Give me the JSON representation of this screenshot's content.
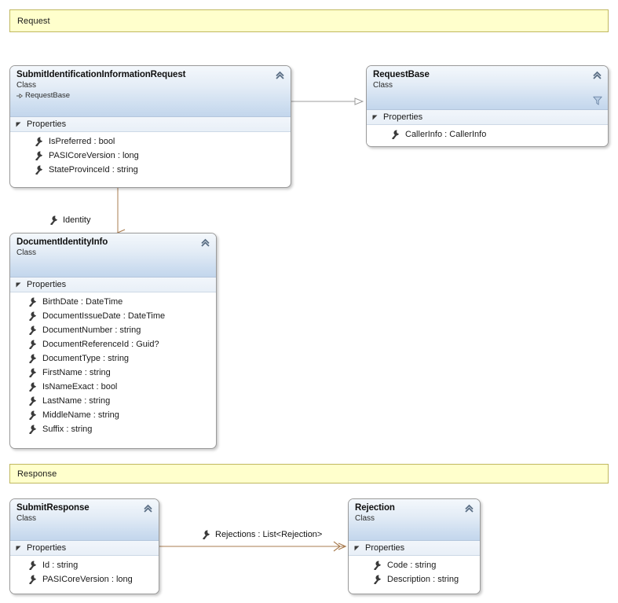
{
  "diagram": {
    "title": "Class Diagram",
    "background": "#ffffff"
  },
  "colors": {
    "comment_fill": "#ffffcc",
    "comment_border": "#c0b860",
    "class_border": "#9a9a9a",
    "header_gradient_top": "#f4f8fc",
    "header_gradient_bottom": "#c3d6ec",
    "inheritance_line": "#9c9c9c",
    "association_line": "#a97c50",
    "member_icon": "#3a3a3a"
  },
  "banners": [
    {
      "id": "request-banner",
      "label": "Request"
    },
    {
      "id": "response-banner",
      "label": "Response"
    }
  ],
  "classes": [
    {
      "id": "submit-identification-information-request",
      "name": "SubmitIdentificationInformationRequest",
      "stereotype": "Class",
      "base": "RequestBase",
      "collapse_icon": "chevron-up-icon",
      "filter_icon": null,
      "compartments": [
        {
          "title": "Properties",
          "expand_icon": "triangle-expanded-icon",
          "members": [
            {
              "icon": "wrench-icon",
              "label": "IsPreferred : bool"
            },
            {
              "icon": "wrench-icon",
              "label": "PASICoreVersion : long"
            },
            {
              "icon": "wrench-icon",
              "label": "StateProvinceId : string"
            }
          ]
        }
      ]
    },
    {
      "id": "request-base",
      "name": "RequestBase",
      "stereotype": "Class",
      "base": null,
      "collapse_icon": "chevron-up-icon",
      "filter_icon": "funnel-icon",
      "compartments": [
        {
          "title": "Properties",
          "expand_icon": "triangle-expanded-icon",
          "members": [
            {
              "icon": "wrench-icon",
              "label": "CallerInfo : CallerInfo"
            }
          ]
        }
      ]
    },
    {
      "id": "document-identity-info",
      "name": "DocumentIdentityInfo",
      "stereotype": "Class",
      "base": null,
      "collapse_icon": "chevron-up-icon",
      "filter_icon": null,
      "compartments": [
        {
          "title": "Properties",
          "expand_icon": "triangle-expanded-icon",
          "members": [
            {
              "icon": "wrench-icon",
              "label": "BirthDate : DateTime"
            },
            {
              "icon": "wrench-icon",
              "label": "DocumentIssueDate : DateTime"
            },
            {
              "icon": "wrench-icon",
              "label": "DocumentNumber : string"
            },
            {
              "icon": "wrench-icon",
              "label": "DocumentReferenceId : Guid?"
            },
            {
              "icon": "wrench-icon",
              "label": "DocumentType : string"
            },
            {
              "icon": "wrench-icon",
              "label": "FirstName : string"
            },
            {
              "icon": "wrench-icon",
              "label": "IsNameExact : bool"
            },
            {
              "icon": "wrench-icon",
              "label": "LastName : string"
            },
            {
              "icon": "wrench-icon",
              "label": "MiddleName : string"
            },
            {
              "icon": "wrench-icon",
              "label": "Suffix : string"
            }
          ]
        }
      ]
    },
    {
      "id": "submit-response",
      "name": "SubmitResponse",
      "stereotype": "Class",
      "base": null,
      "collapse_icon": "chevron-up-icon",
      "filter_icon": null,
      "compartments": [
        {
          "title": "Properties",
          "expand_icon": "triangle-expanded-icon",
          "members": [
            {
              "icon": "wrench-icon",
              "label": "Id : string"
            },
            {
              "icon": "wrench-icon",
              "label": "PASICoreVersion : long"
            }
          ]
        }
      ]
    },
    {
      "id": "rejection",
      "name": "Rejection",
      "stereotype": "Class",
      "base": null,
      "collapse_icon": "chevron-up-icon",
      "filter_icon": null,
      "compartments": [
        {
          "title": "Properties",
          "expand_icon": "triangle-expanded-icon",
          "members": [
            {
              "icon": "wrench-icon",
              "label": "Code : string"
            },
            {
              "icon": "wrench-icon",
              "label": "Description : string"
            }
          ]
        }
      ]
    }
  ],
  "connectors": [
    {
      "id": "inheritance-submit-to-requestbase",
      "kind": "inheritance",
      "from": "SubmitIdentificationInformationRequest",
      "to": "RequestBase",
      "label": null
    },
    {
      "id": "association-identity",
      "kind": "association",
      "from": "SubmitIdentificationInformationRequest",
      "to": "DocumentIdentityInfo",
      "label": "Identity",
      "label_icon": "wrench-icon"
    },
    {
      "id": "association-rejections",
      "kind": "association",
      "from": "SubmitResponse",
      "to": "Rejection",
      "label": "Rejections : List<Rejection>",
      "label_icon": "wrench-icon"
    }
  ]
}
